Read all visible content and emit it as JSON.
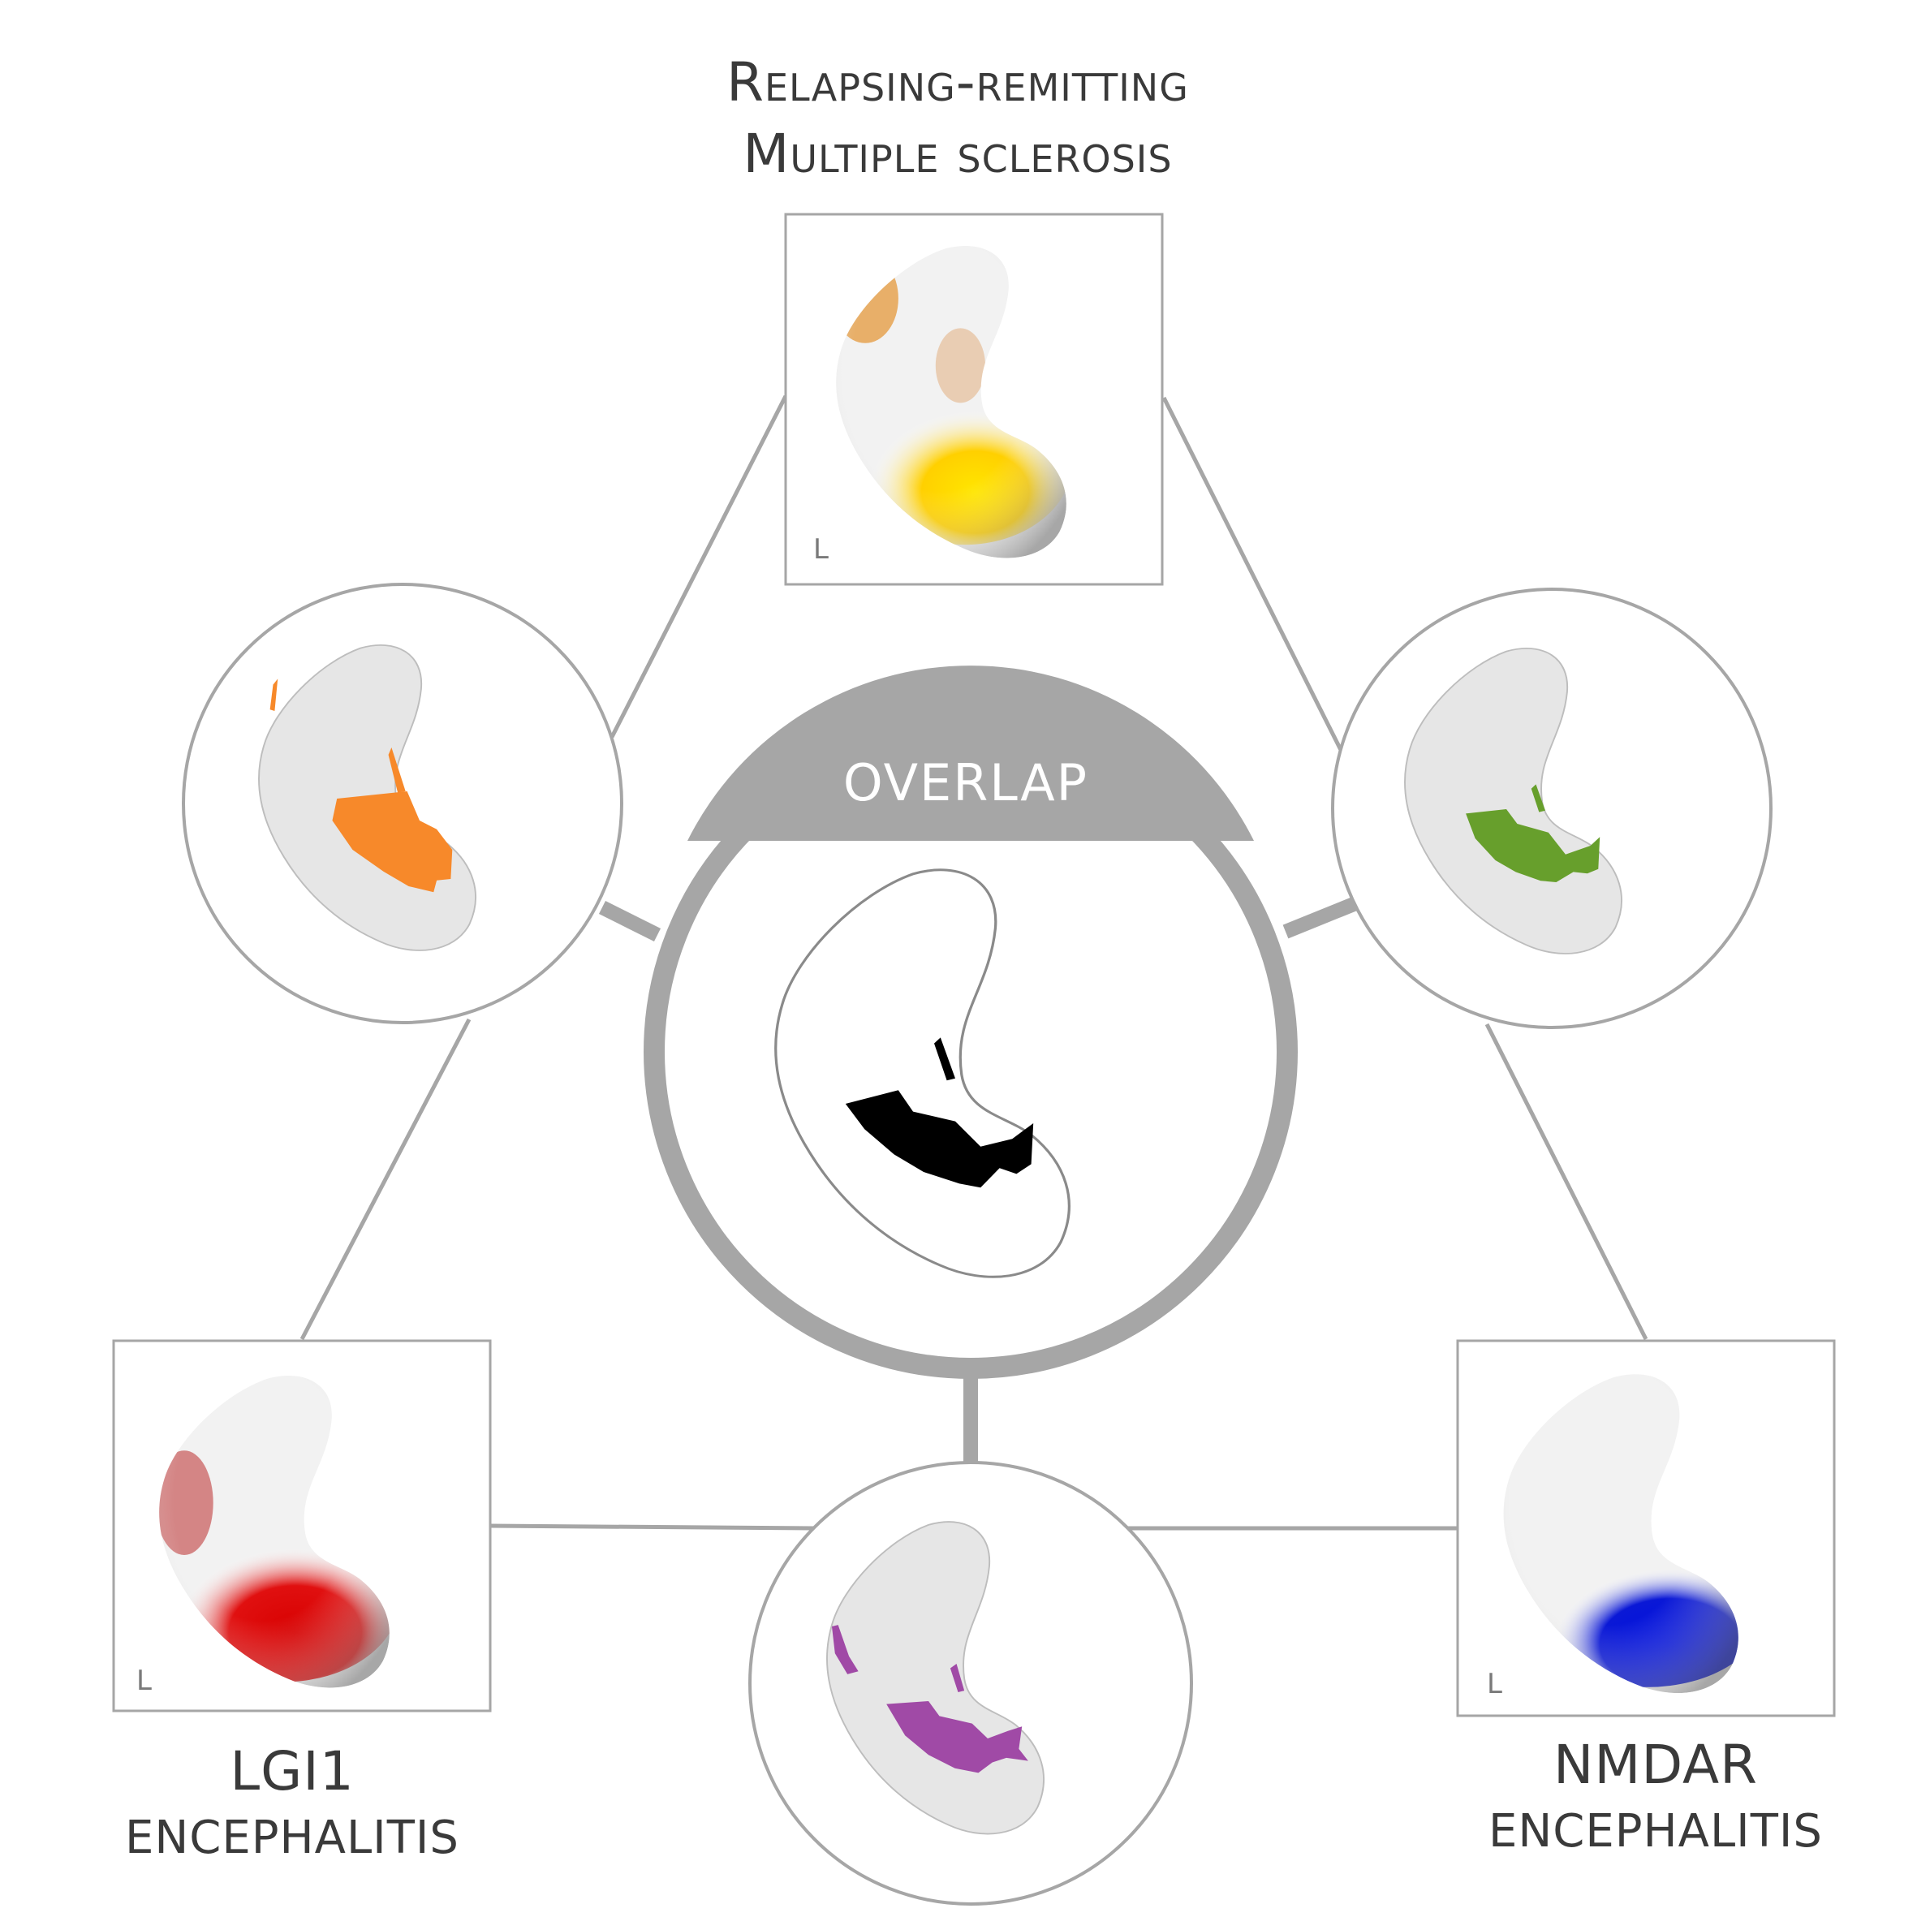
{
  "titles": {
    "top_line1": "Relapsing-remitting",
    "top_line2": "Multiple sclerosis",
    "lgi1_line1": "LGI1",
    "lgi1_line2": "ENCEPHALITIS",
    "nmdar_line1": "NMDAR",
    "nmdar_line2": "ENCEPHALITIS"
  },
  "center": {
    "label": "OVERLAP"
  },
  "panels": {
    "ms": {
      "marker": "L"
    },
    "lgi1": {
      "marker": "L"
    },
    "nmdar": {
      "marker": "L"
    }
  },
  "colors": {
    "frame": "#a6a6a6",
    "label_text": "#3a3a3a",
    "ms_lesion": "#ffd400",
    "ms_edge": "#e08a1e",
    "lgi1_lesion": "#e30000",
    "nmdar_lesion": "#0a14d6",
    "orange_mask": "#f7892a",
    "green_mask": "#679f2c",
    "purple_mask": "#a04aa6",
    "overlap_mask": "#000000",
    "mask_fill": "#e6e6e6"
  }
}
